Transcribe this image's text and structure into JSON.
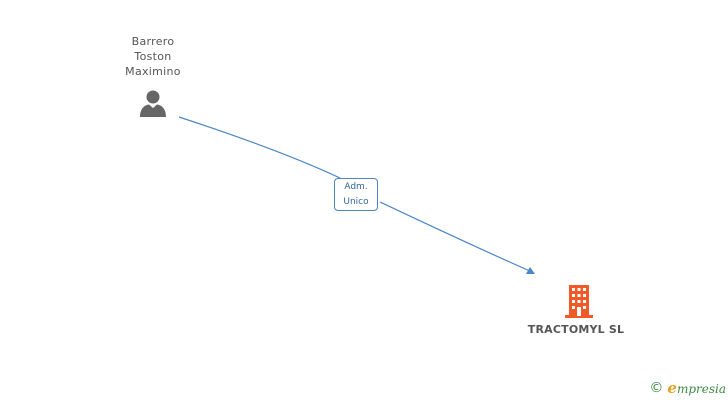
{
  "person": {
    "name_lines": [
      "Barrero",
      "Toston",
      "Maximino"
    ],
    "icon": "person-icon"
  },
  "relation": {
    "label_lines": [
      "Adm.",
      "Unico"
    ]
  },
  "company": {
    "name": "TRACTOMYL SL",
    "icon": "building-icon"
  },
  "brand": {
    "copyright_symbol": "©",
    "name_initial": "e",
    "name_rest": "mpresia"
  },
  "colors": {
    "edge": "#4a86c8",
    "company_icon": "#f05a28",
    "person_icon": "#666666",
    "text": "#555555"
  }
}
